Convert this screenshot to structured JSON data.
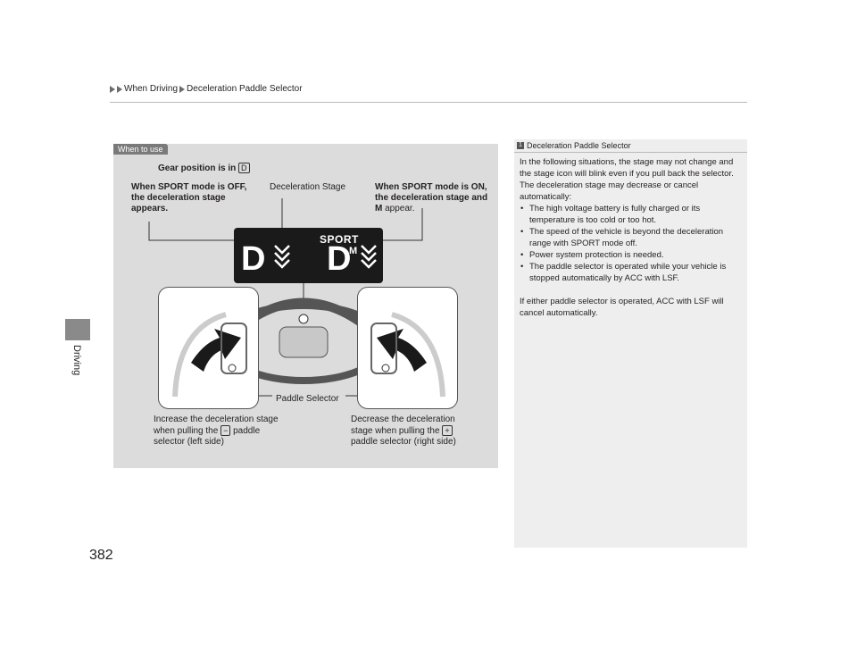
{
  "breadcrumb": {
    "item1": "When Driving",
    "item2": "Deceleration Paddle Selector"
  },
  "side_label": "Driving",
  "page_number": "382",
  "figure": {
    "tag": "When to use",
    "gear_position_label": "Gear position is in",
    "gear_key": "D",
    "sport_off_text": "When SPORT mode is OFF, the deceleration stage appears.",
    "decel_stage_label": "Deceleration Stage",
    "sport_on_text_1": "When SPORT mode is ON, the deceleration stage and",
    "sport_on_m": "M",
    "sport_on_text_2": "appear.",
    "display_d": "D",
    "display_sport": "SPORT",
    "display_m": "M",
    "paddle_selector_label": "Paddle Selector",
    "left_text_1": "Increase the deceleration stage when pulling the",
    "left_key": "−",
    "left_text_2": "paddle selector (left side)",
    "right_text_1": "Decrease the deceleration stage when pulling the",
    "right_key": "+",
    "right_text_2": "paddle selector (right side)"
  },
  "note": {
    "badge": "1",
    "title": "Deceleration Paddle Selector",
    "intro": "In the following situations, the stage may not change and the stage icon will blink even if you pull back the selector. The deceleration stage may decrease or cancel automatically:",
    "bullets": [
      "The high voltage battery is fully charged or its temperature is too cold or too hot.",
      "The speed of the vehicle is beyond the deceleration range with SPORT mode off.",
      "Power system protection is needed.",
      "The paddle selector is operated while your vehicle is stopped automatically by ACC with LSF."
    ],
    "outro": "If either paddle selector is operated, ACC with LSF will cancel automatically."
  },
  "colors": {
    "figure_bg": "#dcdcdc",
    "note_bg": "#eeeeee",
    "tag_bg": "#7a7a7a",
    "display_bg": "#1a1a1a"
  }
}
